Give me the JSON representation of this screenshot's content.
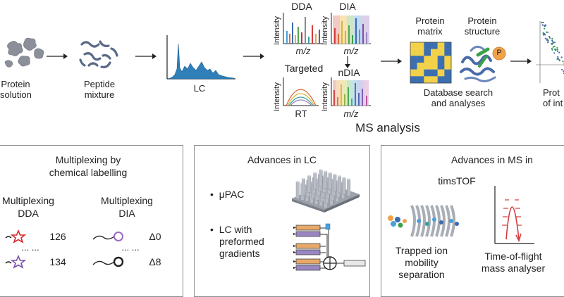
{
  "workflow": {
    "protein_solution": [
      "Protein",
      "solution"
    ],
    "peptide_mixture": [
      "Peptide",
      "mixture"
    ],
    "lc_label": "LC",
    "ms": {
      "dda": "DDA",
      "dia": "DIA",
      "targeted": "Targeted",
      "ndia": "nDIA",
      "intensity": "Intensity",
      "mz": "m/z",
      "rt": "RT",
      "title": "MS analysis"
    },
    "protein_matrix": [
      "Protein",
      "matrix"
    ],
    "protein_structure": [
      "Protein",
      "structure"
    ],
    "phospho_tag": "P",
    "database": [
      "Database search",
      "and analyses"
    ],
    "cut_label": [
      "Prot",
      "of int"
    ]
  },
  "panels": {
    "multiplexing": {
      "title": [
        "Multiplexing by",
        "chemical labelling"
      ],
      "dda_label": [
        "Multiplexing",
        "DDA"
      ],
      "dia_label": [
        "Multiplexing",
        "DIA"
      ],
      "dda_masses": [
        "126",
        "134"
      ],
      "dia_masses": [
        "Δ0",
        "Δ8"
      ],
      "ellipsis": "... ..."
    },
    "lc": {
      "title": "Advances in LC",
      "bullet_1": "μPAC",
      "bullet_2": [
        "LC with",
        "preformed",
        "gradients"
      ]
    },
    "ms": {
      "title": "Advances in MS in",
      "timstof": "timsTOF",
      "trapped": [
        "Trapped ion",
        "mobility",
        "separation"
      ],
      "tof": [
        "Time-of-flight",
        "mass analyser"
      ]
    }
  },
  "colors": {
    "protein_gray": "#8a8f99",
    "peptide_blue": "#5a6a86",
    "lc_fill": "#2f7fb8",
    "heat_yellow": "#f2d14a",
    "heat_blue": "#3b6fb2",
    "structure_blue": "#4b6aa8",
    "structure_green": "#3aa14a",
    "phospho_orange": "#f0a24a",
    "tof_red": "#d43c3c",
    "star_red": "#d4282d",
    "star_purple": "#7a4fb0",
    "pillar_gray": "#b8bcc4",
    "lc_orange": "#e7a96a",
    "lc_purple": "#9a86c2"
  }
}
